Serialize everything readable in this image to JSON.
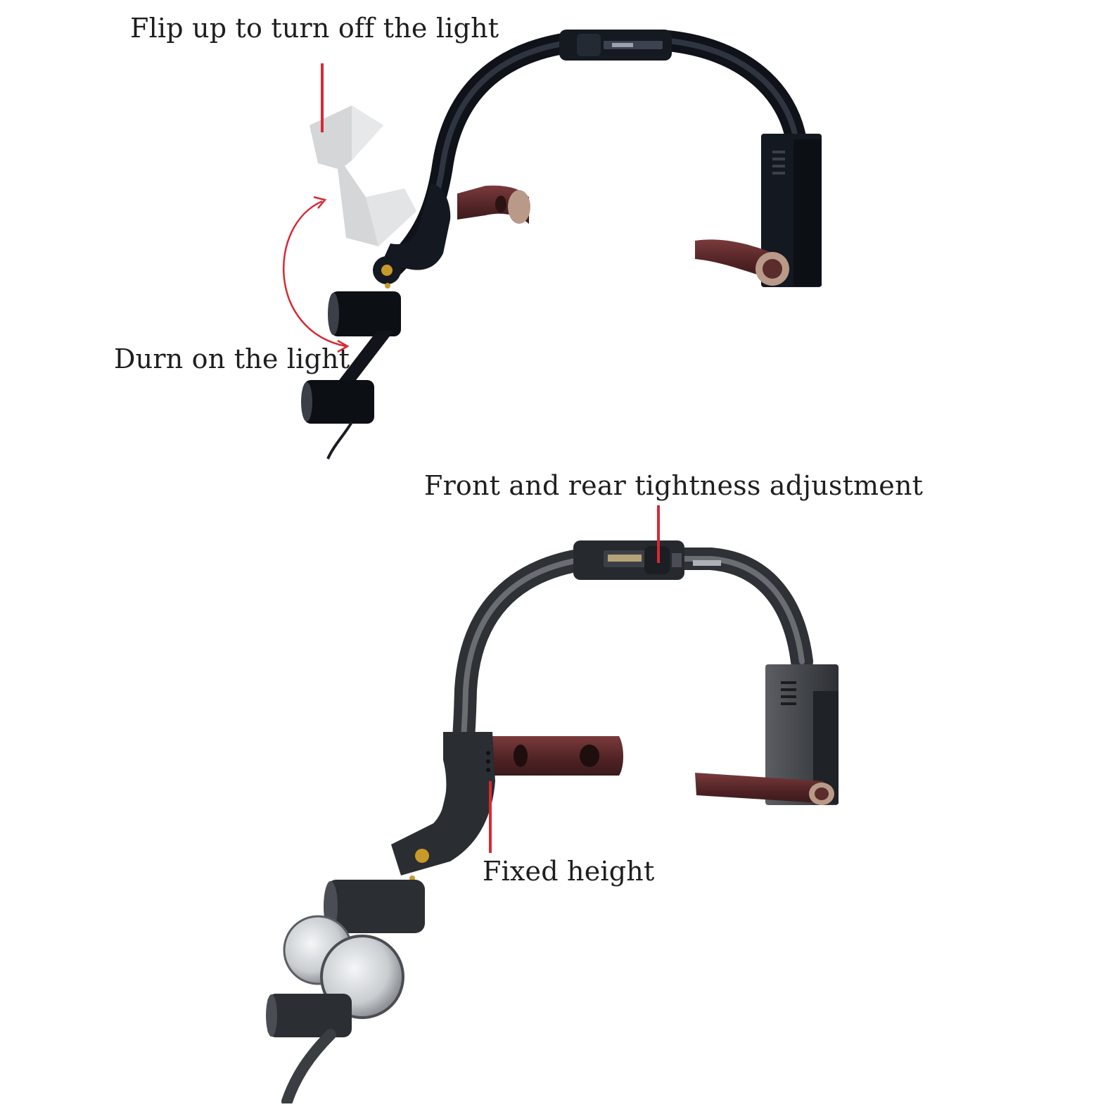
{
  "annotations": {
    "flip_up": "Flip up to turn off the light",
    "turn_on": "Durn on the light",
    "tightness": "Front and rear tightness adjustment",
    "fixed_height": "Fixed height"
  },
  "colors": {
    "pointer": "#d62a35",
    "frame": "#1c2028",
    "frame_gray": "#3a3d42",
    "leather": "#5e2a2c",
    "ghost": "#cfd1d3",
    "brass": "#c99a2a"
  },
  "icons": [
    "red-pointer-line",
    "curved-arrow",
    "headlight-module",
    "magnifier-loupe"
  ]
}
